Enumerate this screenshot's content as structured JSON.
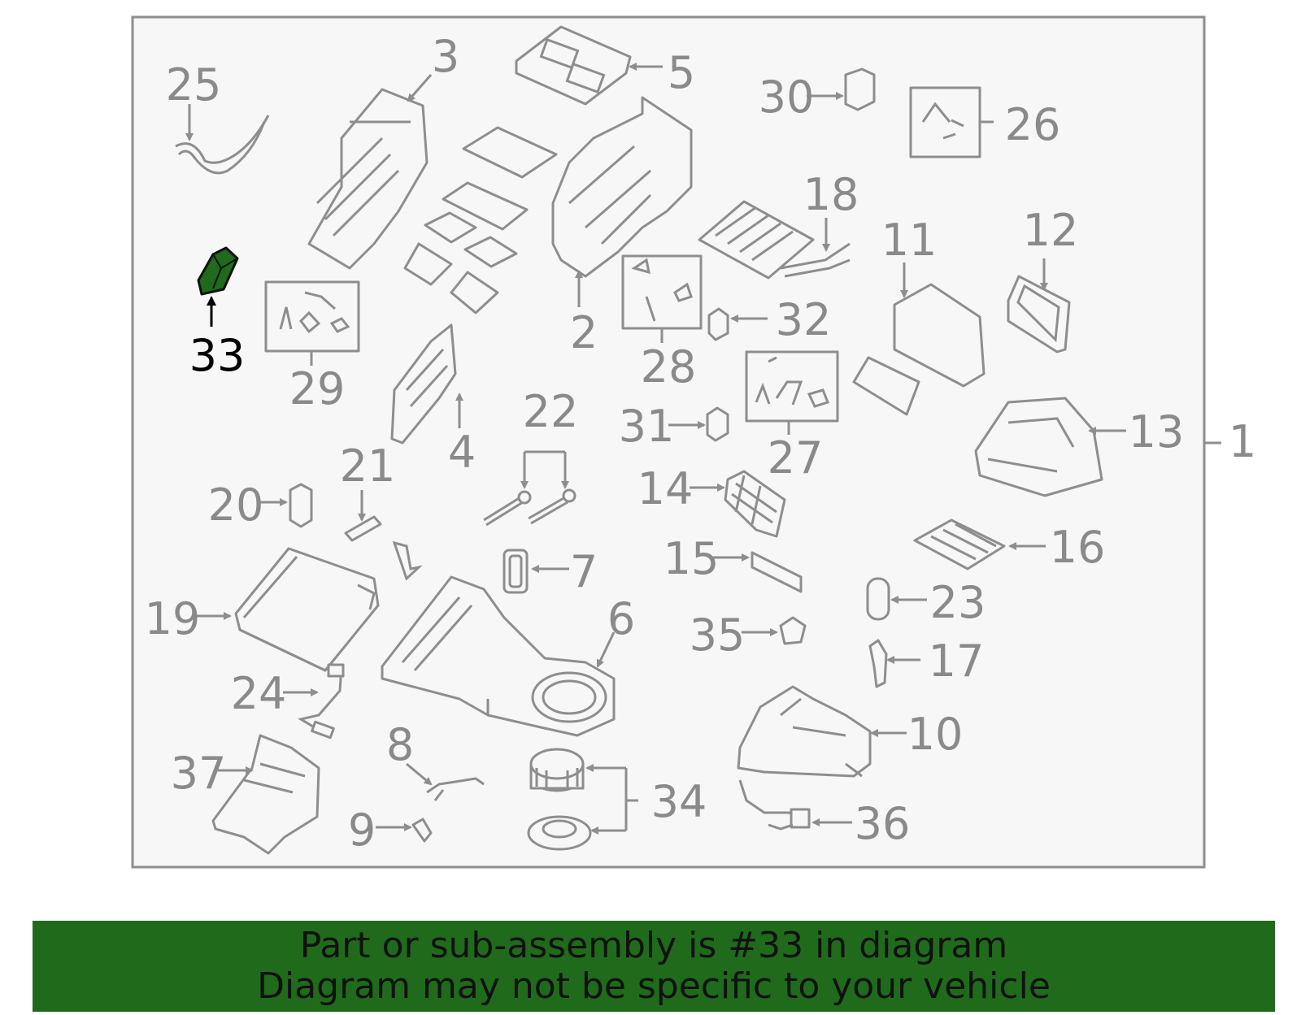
{
  "highlight_color": "#1f6b1b",
  "highlighted_part": "33",
  "callouts": {
    "c1": "1",
    "c2": "2",
    "c3": "3",
    "c4": "4",
    "c5": "5",
    "c6": "6",
    "c7": "7",
    "c8": "8",
    "c9": "9",
    "c10": "10",
    "c11": "11",
    "c12": "12",
    "c13": "13",
    "c14": "14",
    "c15": "15",
    "c16": "16",
    "c17": "17",
    "c18": "18",
    "c19": "19",
    "c20": "20",
    "c21": "21",
    "c22": "22",
    "c23": "23",
    "c24": "24",
    "c25": "25",
    "c26": "26",
    "c27": "27",
    "c28": "28",
    "c29": "29",
    "c30": "30",
    "c31": "31",
    "c32": "32",
    "c33": "33",
    "c34": "34",
    "c35": "35",
    "c36": "36",
    "c37": "37"
  },
  "banner": {
    "line1": "Part or sub-assembly is #33 in diagram",
    "line2": "Diagram may not be specific to your vehicle"
  }
}
